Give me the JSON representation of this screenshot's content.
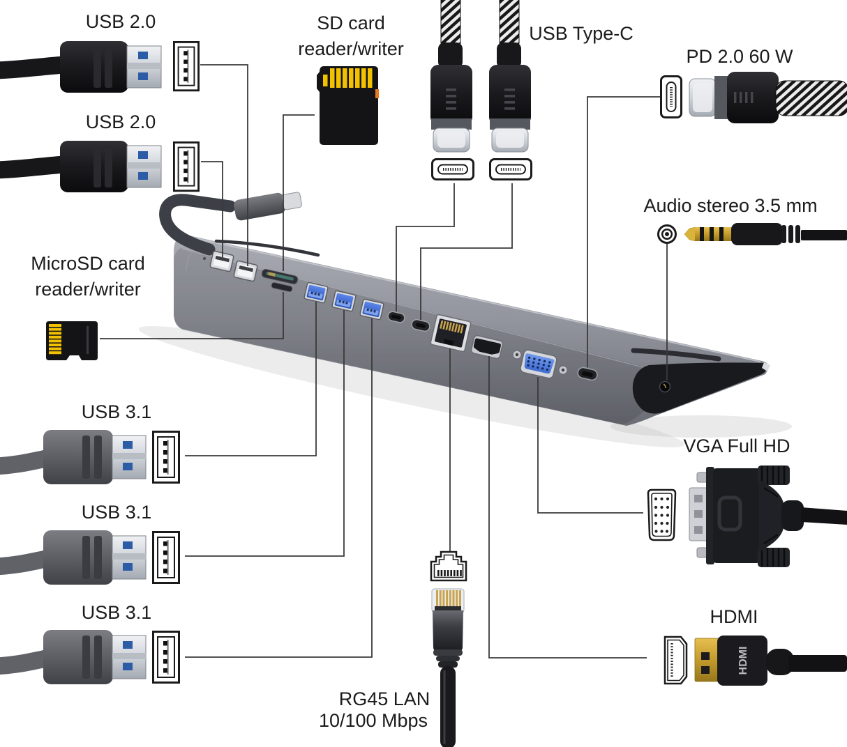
{
  "figure": {
    "description": "USB Type-C docking station connectivity diagram",
    "device_name": "USB Type-C multi-port dock"
  },
  "labels": {
    "usb20_a": "USB 2.0",
    "usb20_b": "USB 2.0",
    "sd_line1": "SD card",
    "sd_line2": "reader/writer",
    "usb_type_c": "USB Type-C",
    "pd": "PD 2.0 60 W",
    "audio": "Audio stereo 3.5 mm",
    "microsd_line1": "MicroSD card",
    "microsd_line2": "reader/writer",
    "usb31_1": "USB 3.1",
    "usb31_2": "USB 3.1",
    "usb31_3": "USB 3.1",
    "lan_line1": "RG45 LAN",
    "lan_line2": "10/100 Mbps",
    "vga": "VGA Full HD",
    "hdmi": "HDMI",
    "hdmi_plug_text": "HDMI"
  },
  "device_ports_left_to_right": [
    "USB 2.0",
    "USB 2.0",
    "SD card slot",
    "MicroSD card slot",
    "USB 3.1",
    "USB 3.1",
    "USB 3.1",
    "USB Type-C",
    "USB Type-C",
    "RG45 LAN",
    "HDMI",
    "VGA",
    "USB Type-C PD",
    "Audio stereo 3.5 mm"
  ],
  "colors": {
    "background": "#ffffff",
    "text": "#1b1b1b",
    "callout_line": "#3a3a3a",
    "dock_gray": "#8e9099",
    "dock_dark_face": "#1a1b1f",
    "usb3_blue": "#3c66c4",
    "vga_blue": "#5b86de",
    "gold": "#c9a44e",
    "sd_yellow": "#f2c200",
    "sd_switch_orange": "#e87a22"
  }
}
